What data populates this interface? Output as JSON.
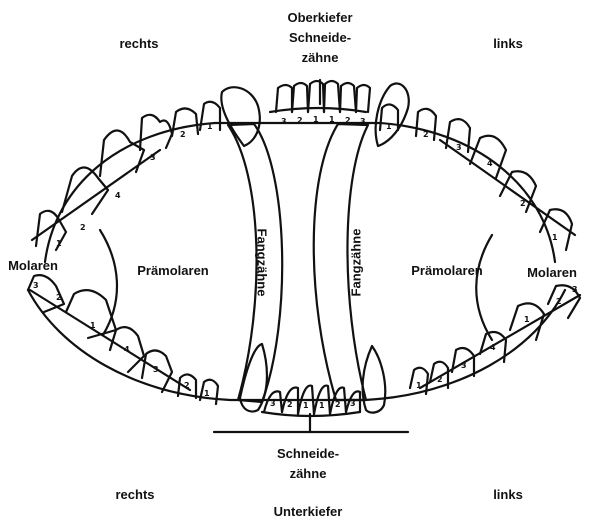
{
  "labels": {
    "upper_jaw": "Oberkiefer",
    "upper_incisors_1": "Schneide-",
    "upper_incisors_2": "zähne",
    "lower_incisors_1": "Schneide-",
    "lower_incisors_2": "zähne",
    "lower_jaw": "Unterkiefer",
    "right_top": "rechts",
    "left_top": "links",
    "right_bottom": "rechts",
    "left_bottom": "links",
    "molars_left_side": "Molaren",
    "molars_right_side": "Molaren",
    "premolars_left_side": "Prämolaren",
    "premolars_right_side": "Prämolaren",
    "canines_left_side": "Fangzähne",
    "canines_right_side": "Fangzähne"
  },
  "tooth_numbers": {
    "upper_left_premolars": [
      "1",
      "2",
      "3",
      "4"
    ],
    "upper_left_molars": [
      "1",
      "2"
    ],
    "lower_left_premolars": [
      "1",
      "2",
      "3",
      "4"
    ],
    "lower_left_molars": [
      "1",
      "2",
      "3"
    ],
    "upper_right_premolars": [
      "1",
      "2",
      "3",
      "4"
    ],
    "upper_right_molars": [
      "1",
      "2"
    ],
    "lower_right_premolars": [
      "1",
      "2",
      "3",
      "4"
    ],
    "lower_right_molars": [
      "1",
      "2",
      "3"
    ],
    "upper_incisors": [
      "3",
      "2",
      "1",
      "1",
      "2",
      "3"
    ],
    "lower_incisors": [
      "3",
      "2",
      "1",
      "1",
      "2",
      "3"
    ]
  },
  "colors": {
    "ink": "#111111",
    "paper": "#ffffff"
  }
}
